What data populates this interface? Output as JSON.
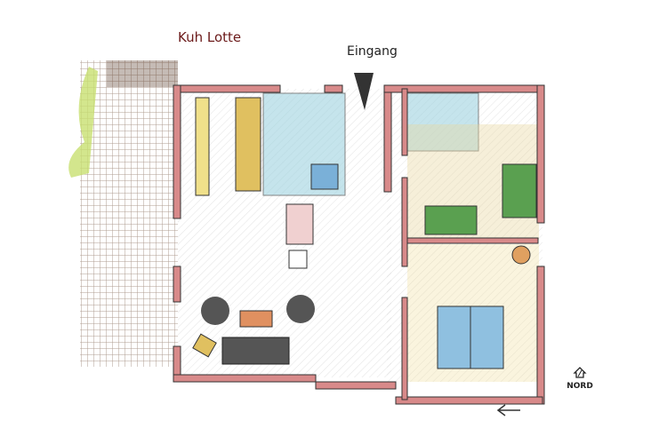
{
  "title": "Kuh Lotte",
  "entrance_label": "Eingang",
  "compass_label": "NORD",
  "colors": {
    "wall": "#d88a8a",
    "terrace": "#8a6b50",
    "bath": "#9fd3e0",
    "kitchen": "#e0c060",
    "bed_green": "#5aa050",
    "bed_blue": "#8fc0e0"
  }
}
